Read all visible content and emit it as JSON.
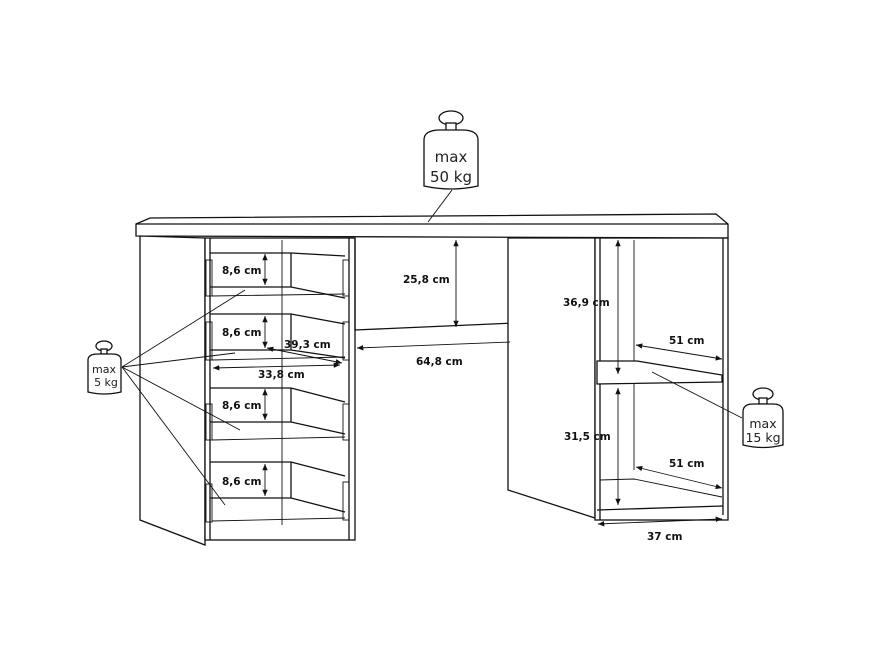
{
  "weights": {
    "desktop": {
      "line1": "max",
      "line2": "50 kg"
    },
    "drawers": {
      "line1": "max",
      "line2": "5 kg"
    },
    "shelf": {
      "line1": "max",
      "line2": "15 kg"
    }
  },
  "dimensions": {
    "drawer_height_1": "8,6 cm",
    "drawer_height_2": "8,6 cm",
    "drawer_height_3": "8,6 cm",
    "drawer_height_4": "8,6 cm",
    "drawer_depth": "39,3 cm",
    "drawer_width": "33,8 cm",
    "knee_height": "25,8 cm",
    "knee_width": "64,8 cm",
    "upper_compartment_height": "36,9 cm",
    "upper_shelf_depth": "51 cm",
    "lower_compartment_height": "31,5 cm",
    "lower_shelf_depth": "51 cm",
    "cabinet_width": "37 cm"
  }
}
